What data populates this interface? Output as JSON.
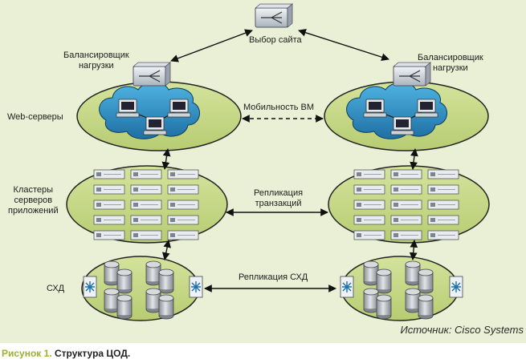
{
  "labels": {
    "site_selection": "Выбор сайта",
    "load_balancer_left": "Балансировщик\nнагрузки",
    "load_balancer_right": "Балансировщик\nнагрузки",
    "web_servers": "Web-серверы",
    "vm_mobility": "Мобильность ВМ",
    "app_clusters": "Кластеры\nсерверов\nприложений",
    "transaction_replication": "Репликация\nтранзакций",
    "storage": "СХД",
    "storage_replication": "Репликация СХД"
  },
  "source": "Источник: Cisco Systems",
  "caption": {
    "number": "Рисунок 1.",
    "text": " Структура ЦОД."
  },
  "colors": {
    "panel_background": "#eaf0d6",
    "ellipse_fill": "#c8d98a",
    "cloud_fill": "#2c8fc2",
    "caption_accent": "#9bb32a"
  },
  "icons": [
    "switch-icon",
    "workstation-icon",
    "server-unit-icon",
    "disk-cylinder-icon",
    "san-switch-icon"
  ]
}
